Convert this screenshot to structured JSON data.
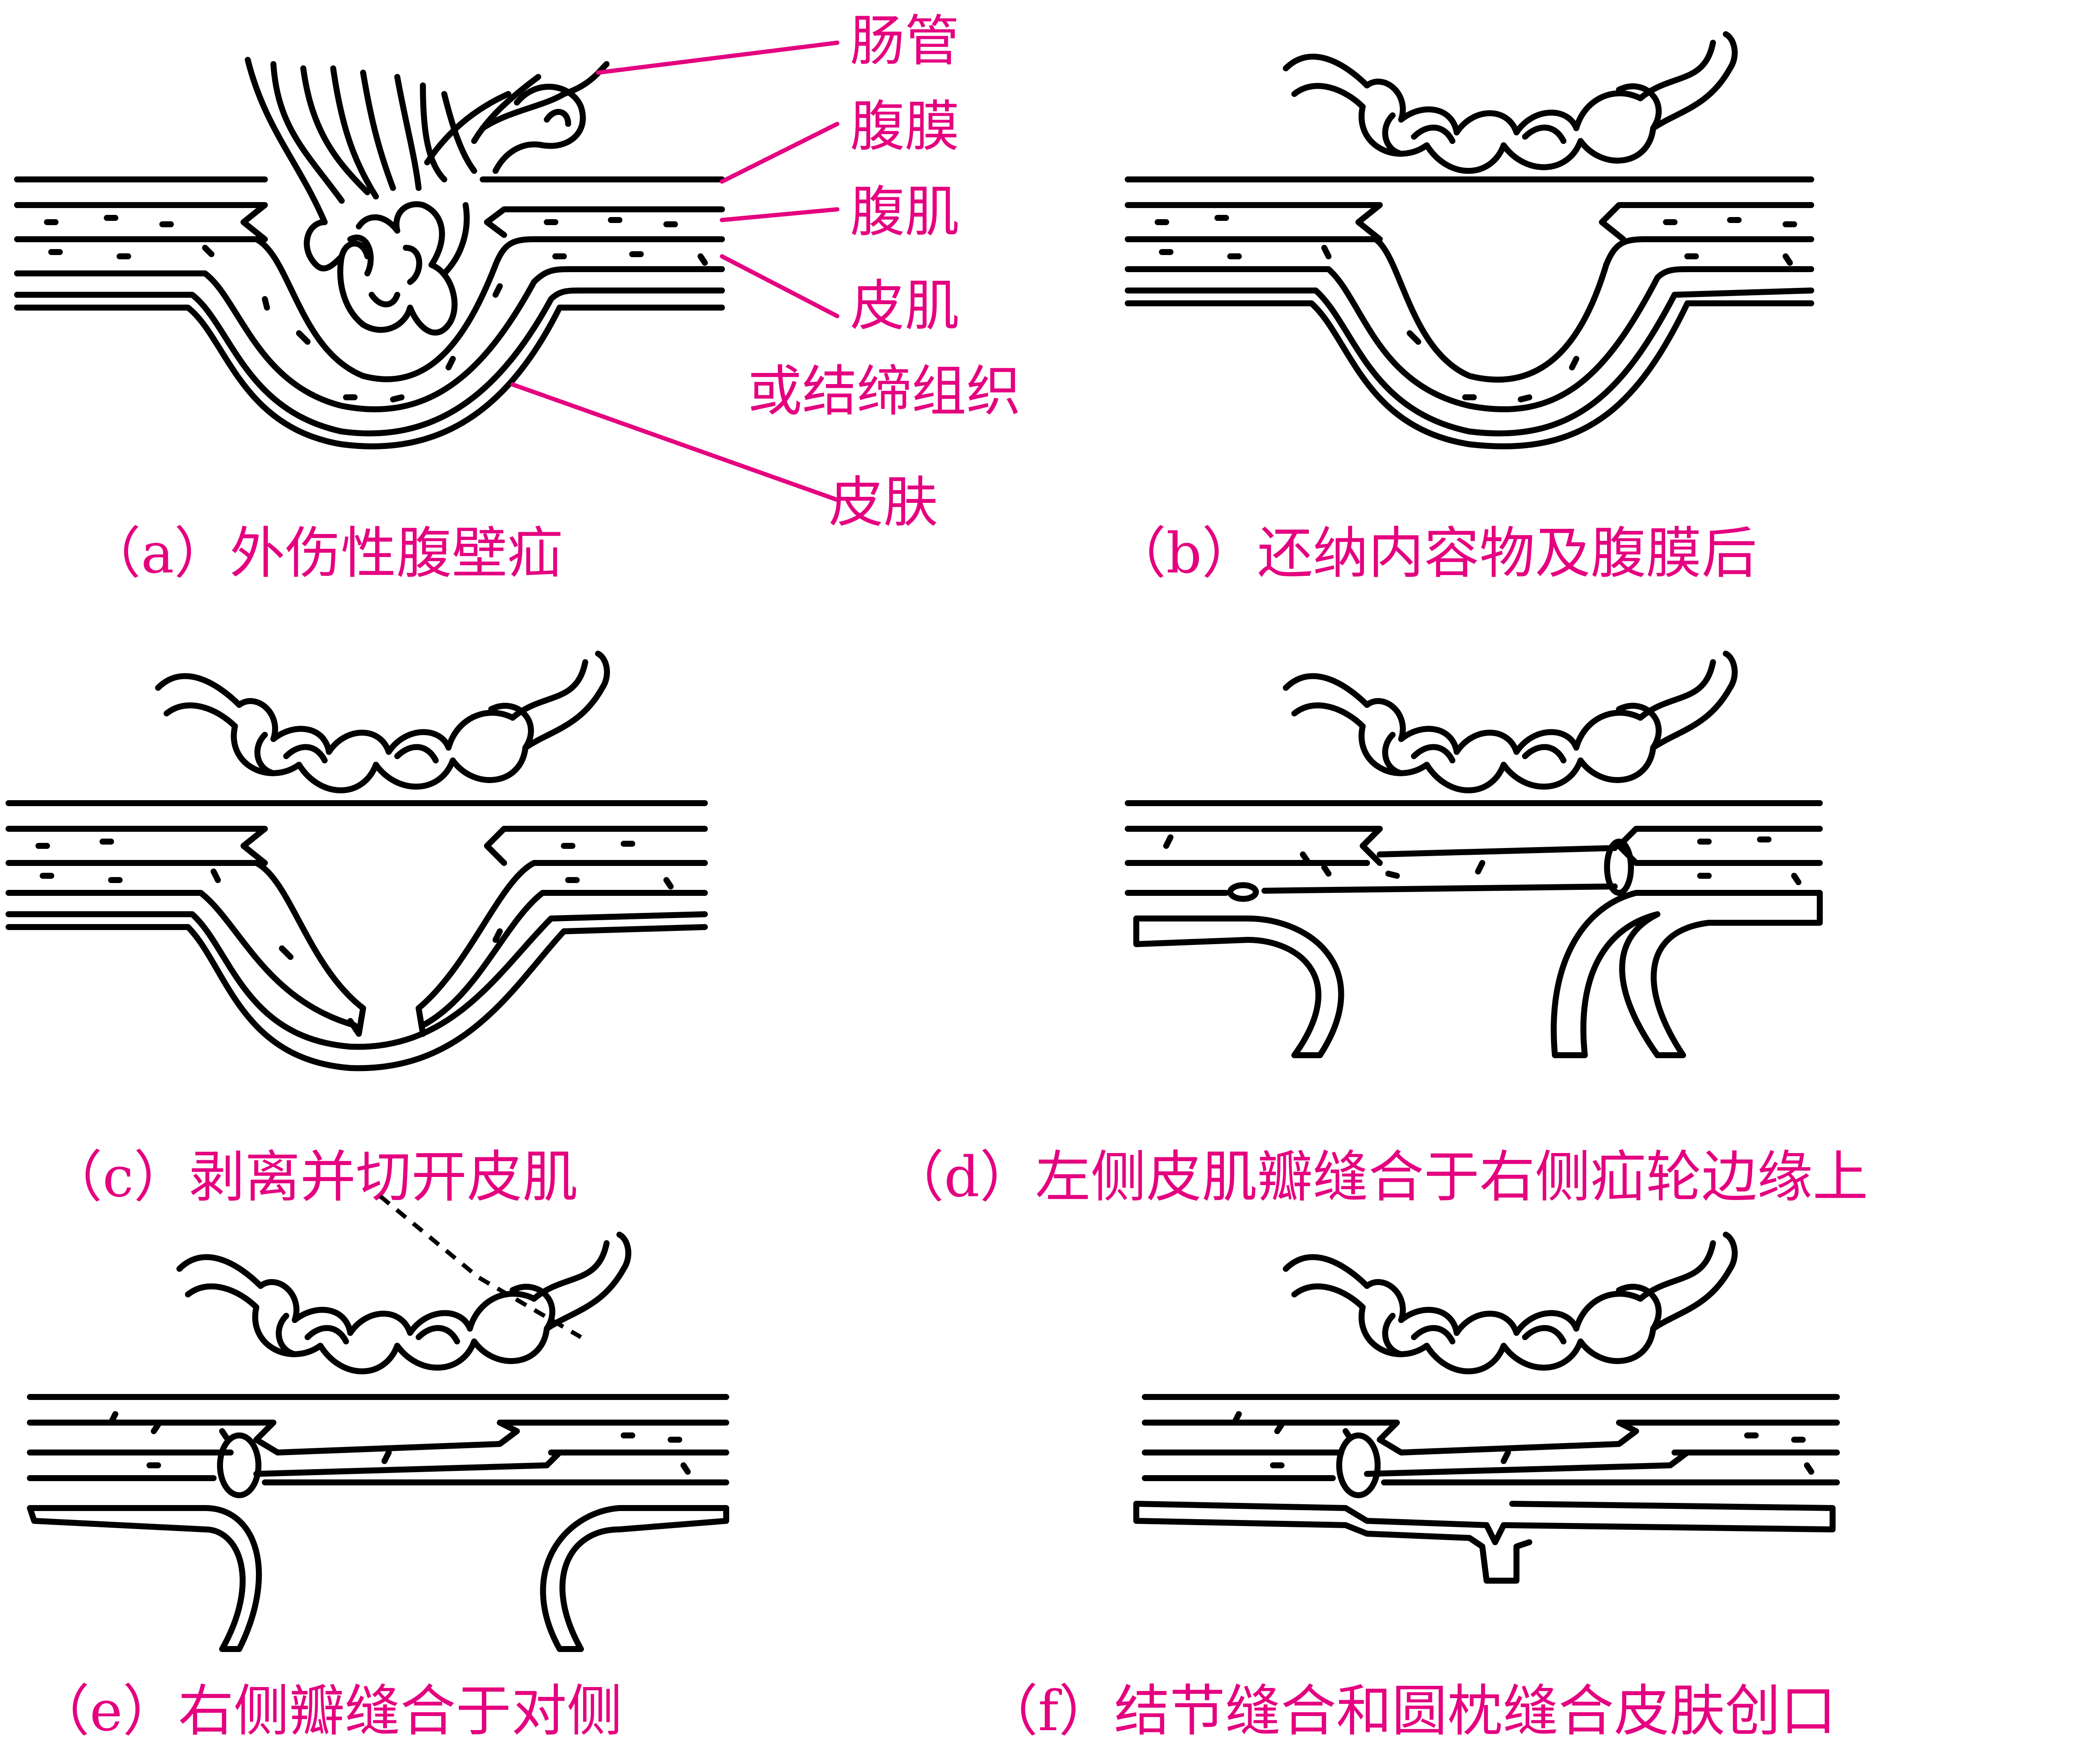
{
  "colors": {
    "label": "#e4007f",
    "line": "#000000",
    "background": "#ffffff"
  },
  "labels": {
    "intestine": "肠管",
    "peritoneum": "腹膜",
    "abdominal_muscle": "腹肌",
    "cutaneous_muscle": "皮肌",
    "connective_tissue": "或结缔组织",
    "skin": "皮肤"
  },
  "panels": {
    "a": {
      "caption": "（a）外伤性腹壁疝"
    },
    "b": {
      "caption": "（b）还纳内容物及腹膜后"
    },
    "c": {
      "caption": "（c）剥离并切开皮肌"
    },
    "d": {
      "caption": "（d）左侧皮肌瓣缝合于右侧疝轮边缘上"
    },
    "e": {
      "caption": "（e）右侧瓣缝合于对侧"
    },
    "f": {
      "caption": "（f）结节缝合和圆枕缝合皮肤创口"
    }
  }
}
